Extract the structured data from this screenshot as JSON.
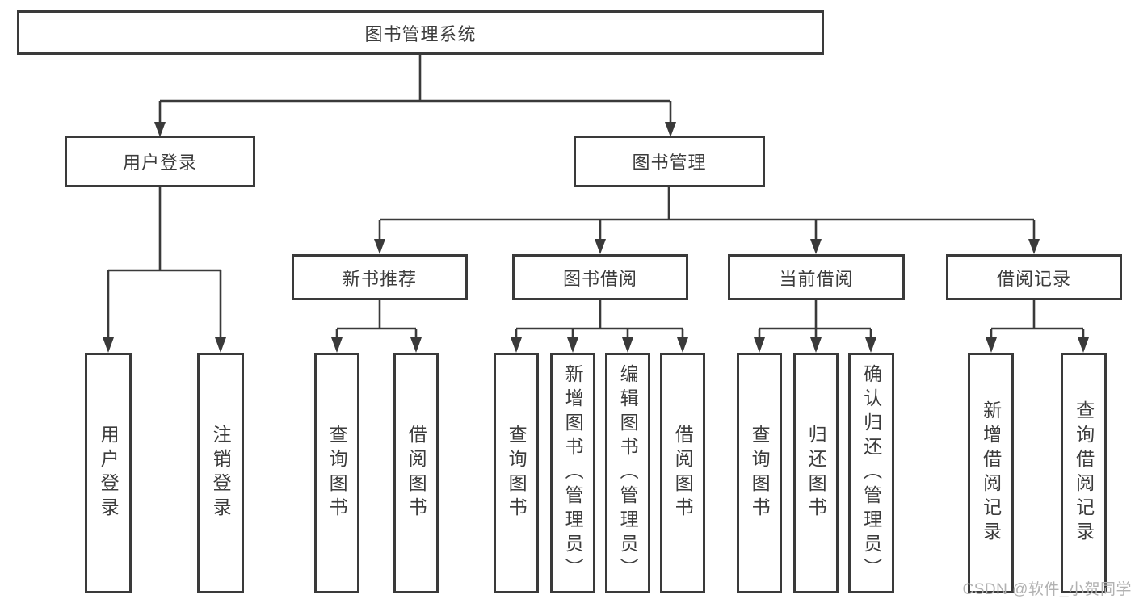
{
  "colors": {
    "line": "#3a3a3a",
    "text": "#3c3c3c",
    "box_bg": "#ffffff",
    "background": "#ffffff",
    "watermark": "#b2b2b2"
  },
  "diagram": {
    "root": "图书管理系统",
    "user_login": {
      "label": "用户登录",
      "children": [
        "用户登录",
        "注销登录"
      ]
    },
    "book_management": {
      "label": "图书管理"
    },
    "new_book_recommend": {
      "label": "新书推荐",
      "children": [
        "查询图书",
        "借阅图书"
      ]
    },
    "book_borrowing": {
      "label": "图书借阅",
      "children": [
        "查询图书",
        "新增图书（管理员）",
        "编辑图书（管理员）",
        "借阅图书"
      ]
    },
    "current_borrowing": {
      "label": "当前借阅",
      "children": [
        "查询图书",
        "归还图书",
        "确认归还（管理员）"
      ]
    },
    "borrowing_records": {
      "label": "借阅记录",
      "children": [
        "新增借阅记录",
        "查询借阅记录"
      ]
    }
  },
  "watermark": "CSDN @软件_小贺同学"
}
